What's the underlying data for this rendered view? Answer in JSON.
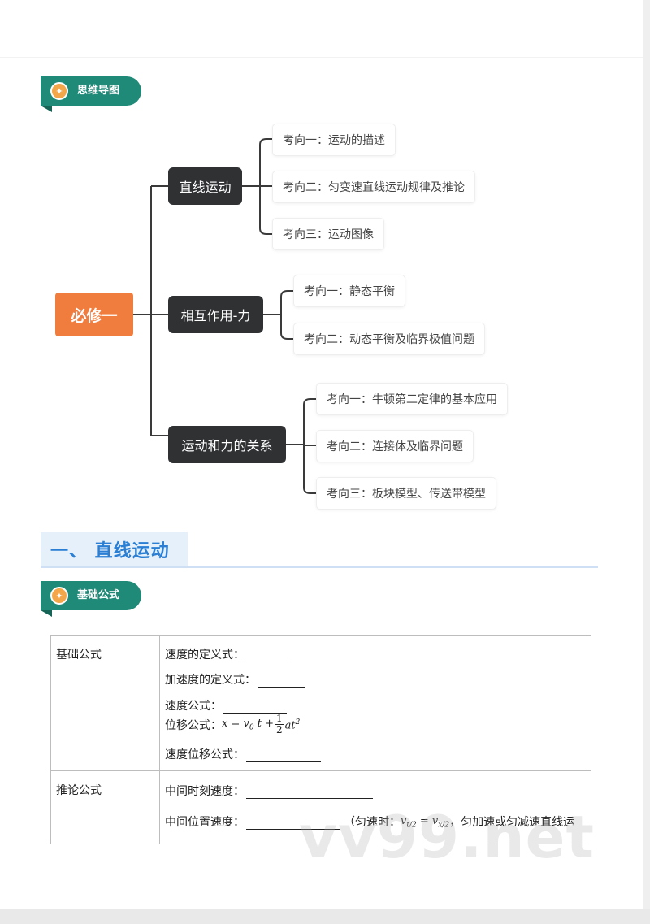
{
  "tags": {
    "mindmap": "思维导图",
    "basics": "基础公式"
  },
  "mindmap": {
    "root": "必修一",
    "branches": [
      {
        "label": "直线运动",
        "items": [
          "考向一：运动的描述",
          "考向二：匀变速直线运动规律及推论",
          "考向三：运动图像"
        ]
      },
      {
        "label": "相互作用-力",
        "items": [
          "考向一：静态平衡",
          "考向二：动态平衡及临界极值问题"
        ]
      },
      {
        "label": "运动和力的关系",
        "items": [
          "考向一：牛顿第二定律的基本应用",
          "考向二：连接体及临界问题",
          "考向三：板块模型、传送带模型"
        ]
      }
    ]
  },
  "section": {
    "title": "一、 直线运动"
  },
  "table": {
    "row1_label": "基础公式",
    "row1_items": {
      "velocity_def": "速度的定义式：",
      "accel_def": "加速度的定义式：",
      "velocity_formula": "速度公式：",
      "displacement_formula": "位移公式：",
      "displacement_math_lhs": "x = v",
      "displacement_math_sub": "0",
      "displacement_math_mid": "t +",
      "frac_num": "1",
      "frac_den": "2",
      "displacement_math_rhs": "at",
      "displacement_math_sup": "2",
      "velocity_displacement": "速度位移公式："
    },
    "row2_label": "推论公式",
    "row2_items": {
      "mid_time_velocity": "中间时刻速度：",
      "mid_position_velocity": "中间位置速度：",
      "note_prefix": "（匀速时：",
      "note_math": "v",
      "note_sub1": "t/2",
      "note_eq": " = v",
      "note_sub2": "x/2",
      "note_suffix": "，匀加速或匀减速直线运"
    }
  },
  "watermark": "vv99.net",
  "colors": {
    "tag": "#1f8a78",
    "root": "#f07d3e",
    "branch": "#2f3133",
    "heading": "#2a7fd4"
  }
}
